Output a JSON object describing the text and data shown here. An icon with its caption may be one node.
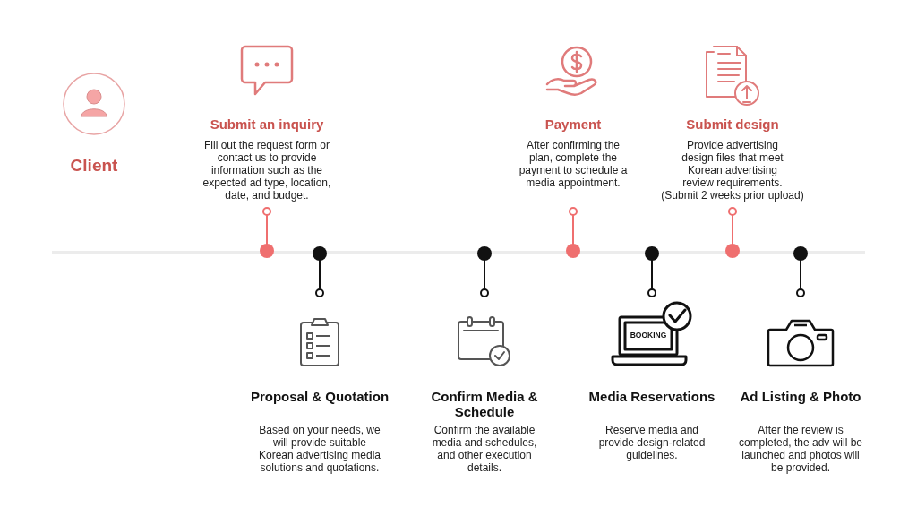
{
  "diagram": {
    "nodes": [
      {
        "text": [
          "Client"
        ]
      },
      {
        "text": [
          "Submit an inquiry",
          "Fill out the request form or contact us to provide information such as the expected ad type, location, date, and budget."
        ]
      },
      {
        "text": [
          "Payment",
          "After confirming the plan, complete the payment to schedule a media appointment."
        ]
      },
      {
        "text": [
          "Submit design",
          "Provide advertising design files that meet Korean advertising review requirements.",
          "(Submit 2 weeks prior upload)"
        ]
      },
      {
        "text": [],
        "shape": "line"
      },
      {
        "text": [
          "Proposal & Quotation",
          "Based on your needs, we will provide suitable Korean advertising media solutions and quotations."
        ]
      },
      {
        "text": [
          "Confirm Media & Schedule",
          "Confirm the available media and schedules, and other execution details."
        ]
      },
      {
        "text": [
          "Media Reservations",
          "Reserve media and provide design-related guidelines."
        ]
      },
      {
        "text": [
          "Ad Listing & Photo",
          "After the review is completed, the adv will be launched and photos will be provided."
        ]
      }
    ],
    "edges": [
      {
        "from": 1,
        "to": 4,
        "arrow": "other",
        "color": "#ef6f6f"
      },
      {
        "from": 2,
        "to": 4,
        "arrow": "other",
        "color": "#ef6f6f"
      },
      {
        "from": 3,
        "to": 4,
        "arrow": "other",
        "color": "#ef6f6f"
      },
      {
        "from": 5,
        "to": 4,
        "arrow": "other"
      },
      {
        "from": 6,
        "to": 4,
        "arrow": "other"
      },
      {
        "from": 7,
        "to": 4,
        "arrow": "other"
      },
      {
        "from": 8,
        "to": 4,
        "arrow": "other"
      }
    ],
    "labels": [
      "BOOKING"
    ]
  }
}
